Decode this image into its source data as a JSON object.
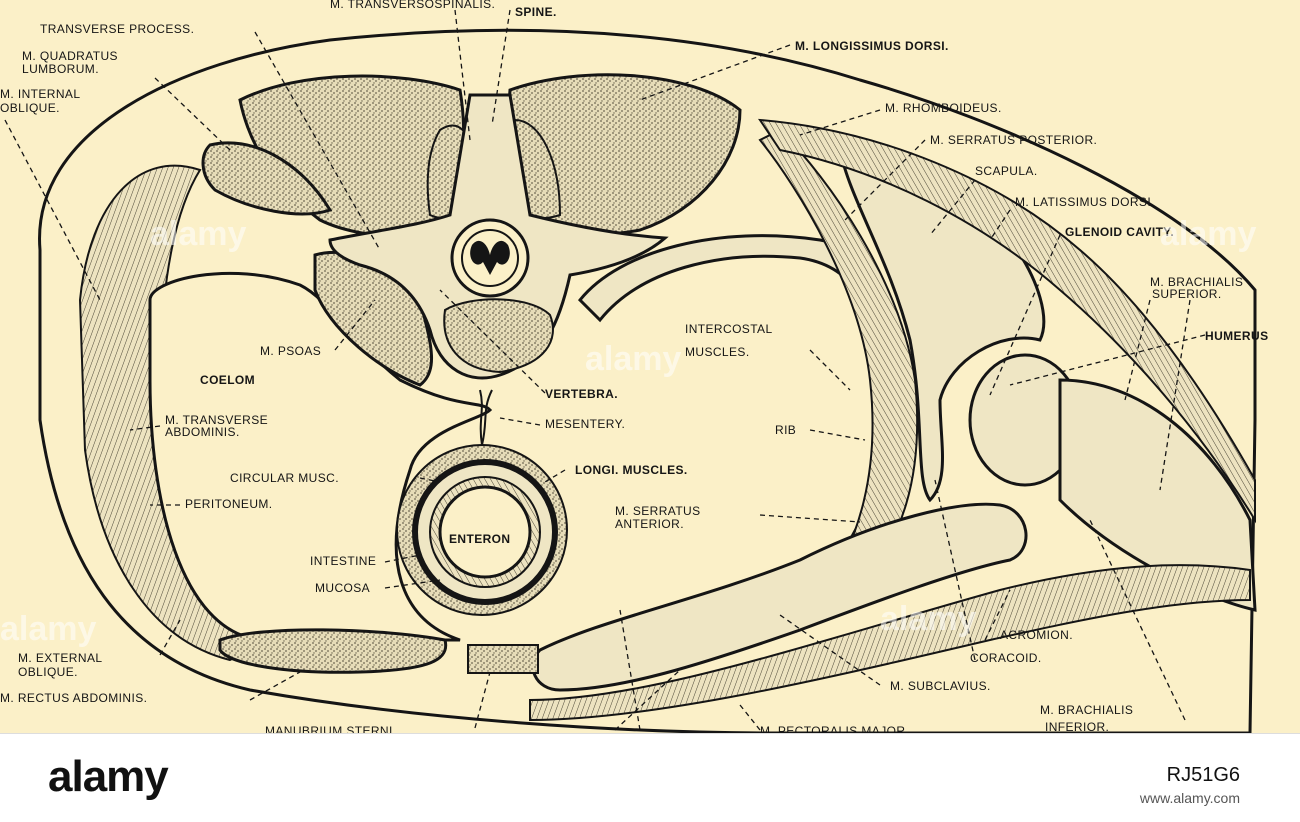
{
  "labels": {
    "transversospinalis": "M. TRANSVERSOSPINALIS.",
    "spine": "SPINE.",
    "transverse_process": "TRANSVERSE PROCESS.",
    "quadratus_1": "M. QUADRATUS",
    "quadratus_2": "LUMBORUM.",
    "internal_oblique_1": "M. INTERNAL",
    "internal_oblique_2": "OBLIQUE.",
    "longissimus": "M. LONGISSIMUS DORSI.",
    "rhomboideus": "M. RHOMBOIDEUS.",
    "serratus_posterior": "M. SERRATUS POSTERIOR.",
    "scapula": "SCAPULA.",
    "latissimus": "M. LATISSIMUS DORSI.",
    "glenoid": "GLENOID CAVITY.",
    "brachialis_sup_1": "M. BRACHIALIS",
    "brachialis_sup_2": "SUPERIOR.",
    "humerus": "HUMERUS",
    "intercostal_1": "INTERCOSTAL",
    "intercostal_2": "MUSCLES.",
    "psoas": "M. PSOAS",
    "coelom": "COELOM",
    "vertebra": "VERTEBRA.",
    "transverse_abd_1": "M. TRANSVERSE",
    "transverse_abd_2": "ABDOMINIS.",
    "mesentery": "MESENTERY.",
    "rib": "RIB",
    "circular_musc": "CIRCULAR MUSC.",
    "longi_muscles": "LONGI. MUSCLES.",
    "peritoneum": "PERITONEUM.",
    "serratus_anterior_1": "M. SERRATUS",
    "serratus_anterior_2": "ANTERIOR.",
    "enteron": "ENTERON",
    "intestine": "INTESTINE",
    "mucosa": "MUCOSA",
    "external_oblique_1": "M. EXTERNAL",
    "external_oblique_2": "OBLIQUE.",
    "rectus": "M. RECTUS ABDOMINIS.",
    "acromion": "ACROMION.",
    "coracoid": "CORACOID.",
    "subclavius": "M. SUBCLAVIUS.",
    "brachialis_inf_1": "M. BRACHIALIS",
    "brachialis_inf_2": "INFERIOR.",
    "manubrium": "MANUBRIUM STERNI.",
    "pectoralis": "M. PECTORALIS MAJOR."
  },
  "watermark": "alamy",
  "footer": {
    "brand": "alamy",
    "image_id": "RJ51G6",
    "url": "www.alamy.com"
  },
  "colors": {
    "background": "#fbf0c8",
    "ink": "#151515",
    "muscle_fill": "#cfc7a6"
  }
}
